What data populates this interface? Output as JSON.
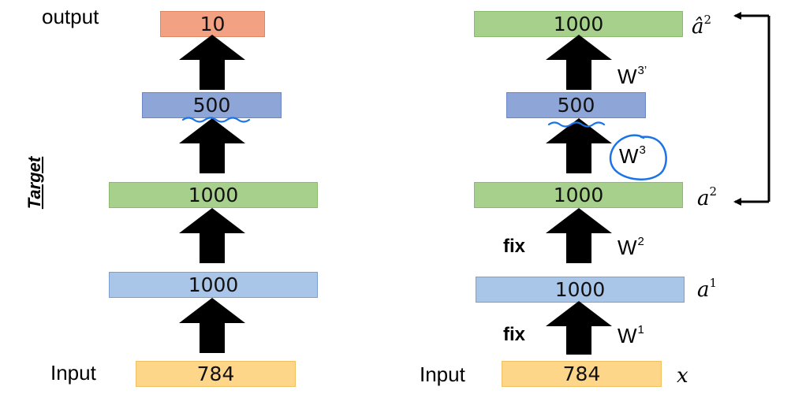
{
  "left": {
    "output_label": "output",
    "input_label": "Input",
    "layers": {
      "out": "10",
      "h3": "500",
      "h2": "1000",
      "h1": "1000",
      "in": "784"
    },
    "side_label": "Target"
  },
  "right": {
    "input_label": "Input",
    "layers": {
      "out": "1000",
      "h3": "500",
      "h2": "1000",
      "h1": "1000",
      "in": "784"
    },
    "weights": {
      "w3p": "W",
      "w3p_sup": "3’",
      "w3": "W",
      "w3_sup": "3",
      "w2": "W",
      "w2_sup": "2",
      "w1": "W",
      "w1_sup": "1"
    },
    "fix_labels": {
      "upper": "fix",
      "lower": "fix"
    },
    "math": {
      "a2hat": "â",
      "a2hat_sup": "2",
      "a2": "a",
      "a2_sup": "2",
      "a1": "a",
      "a1_sup": "1",
      "x": "x"
    }
  },
  "colors": {
    "blue": "#a9c6e8",
    "green": "#a6d08c",
    "orange": "#f2a182",
    "yellow": "#fdd68a",
    "mid_blue": "#8ea5d8",
    "annotation": "#1a73e8"
  }
}
